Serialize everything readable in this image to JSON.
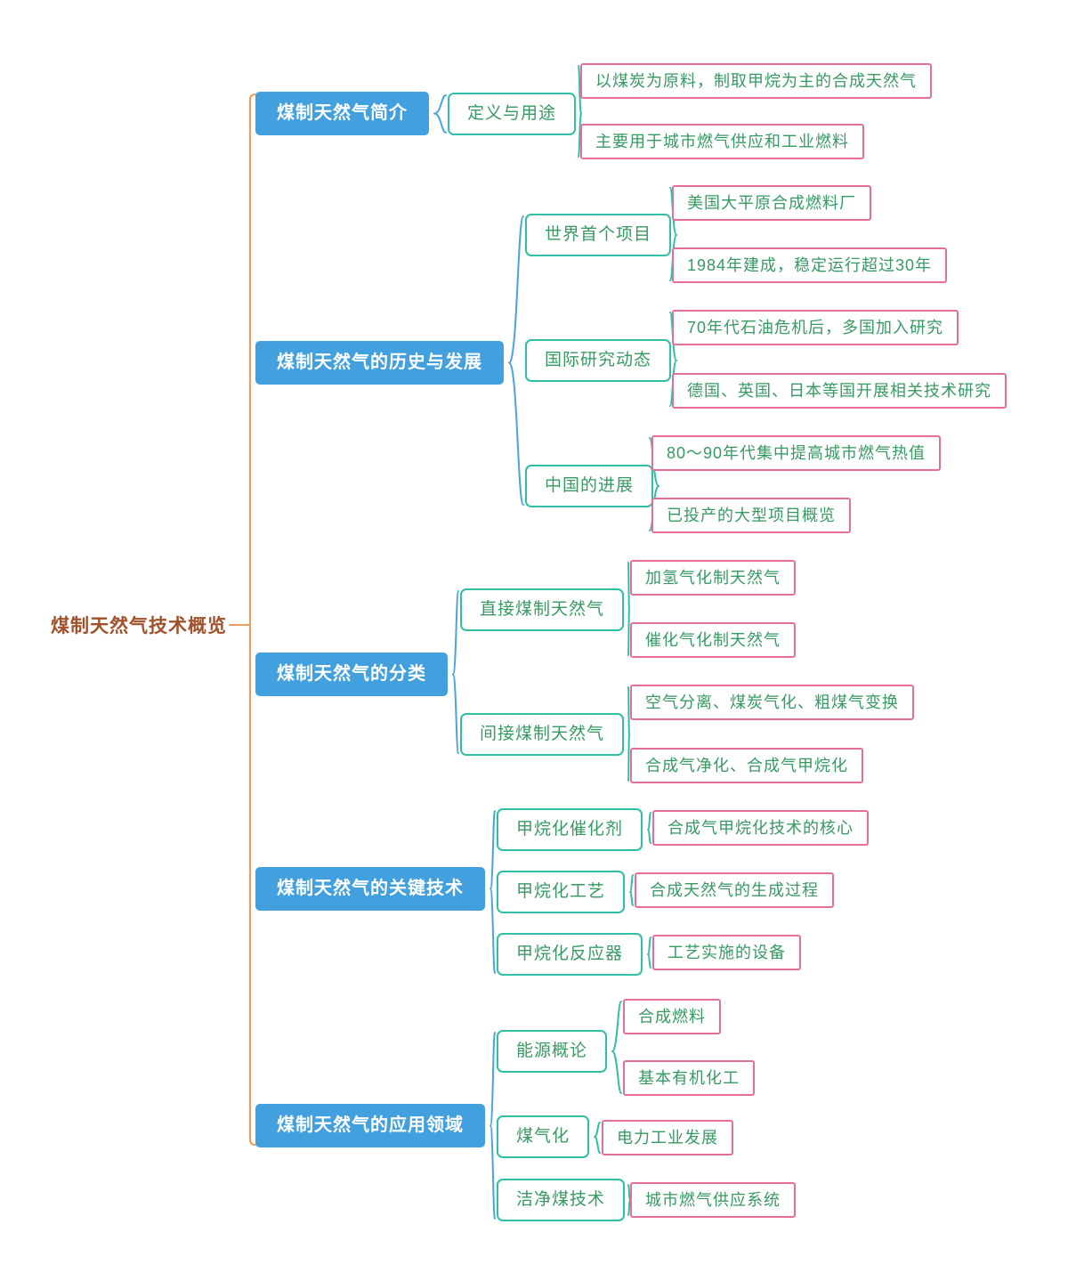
{
  "mindmap": {
    "root": {
      "label": "煤制天然气技术概览"
    },
    "sections": [
      {
        "label": "煤制天然气简介",
        "children": [
          {
            "label": "定义与用途",
            "children": [
              {
                "label": "以煤炭为原料，制取甲烷为主的合成天然气"
              },
              {
                "label": "主要用于城市燃气供应和工业燃料"
              }
            ]
          }
        ]
      },
      {
        "label": "煤制天然气的历史与发展",
        "children": [
          {
            "label": "世界首个项目",
            "children": [
              {
                "label": "美国大平原合成燃料厂"
              },
              {
                "label": "1984年建成，稳定运行超过30年"
              }
            ]
          },
          {
            "label": "国际研究动态",
            "children": [
              {
                "label": "70年代石油危机后，多国加入研究"
              },
              {
                "label": "德国、英国、日本等国开展相关技术研究"
              }
            ]
          },
          {
            "label": "中国的进展",
            "children": [
              {
                "label": "80～90年代集中提高城市燃气热值"
              },
              {
                "label": "已投产的大型项目概览"
              }
            ]
          }
        ]
      },
      {
        "label": "煤制天然气的分类",
        "children": [
          {
            "label": "直接煤制天然气",
            "children": [
              {
                "label": "加氢气化制天然气"
              },
              {
                "label": "催化气化制天然气"
              }
            ]
          },
          {
            "label": "间接煤制天然气",
            "children": [
              {
                "label": "空气分离、煤炭气化、粗煤气变换"
              },
              {
                "label": "合成气净化、合成气甲烷化"
              }
            ]
          }
        ]
      },
      {
        "label": "煤制天然气的关键技术",
        "children": [
          {
            "label": "甲烷化催化剂",
            "children": [
              {
                "label": "合成气甲烷化技术的核心"
              }
            ]
          },
          {
            "label": "甲烷化工艺",
            "children": [
              {
                "label": "合成天然气的生成过程"
              }
            ]
          },
          {
            "label": "甲烷化反应器",
            "children": [
              {
                "label": "工艺实施的设备"
              }
            ]
          }
        ]
      },
      {
        "label": "煤制天然气的应用领域",
        "children": [
          {
            "label": "能源概论",
            "children": [
              {
                "label": "合成燃料"
              },
              {
                "label": "基本有机化工"
              }
            ]
          },
          {
            "label": "煤气化",
            "children": [
              {
                "label": "电力工业发展"
              }
            ]
          },
          {
            "label": "洁净煤技术",
            "children": [
              {
                "label": "城市燃气供应系统"
              }
            ]
          }
        ]
      }
    ],
    "colors": {
      "root_text": "#a0522d",
      "root_connector": "#ec9b5e",
      "branch_fill": "#41a0dd",
      "branch_text": "#ffffff",
      "branch_connector": "#4aa3de",
      "topic_border": "#2fbfa6",
      "topic_text": "#379a62",
      "topic_connector": "#2fbfa6",
      "leaf_border": "#e26e99",
      "leaf_text": "#379a62"
    }
  }
}
